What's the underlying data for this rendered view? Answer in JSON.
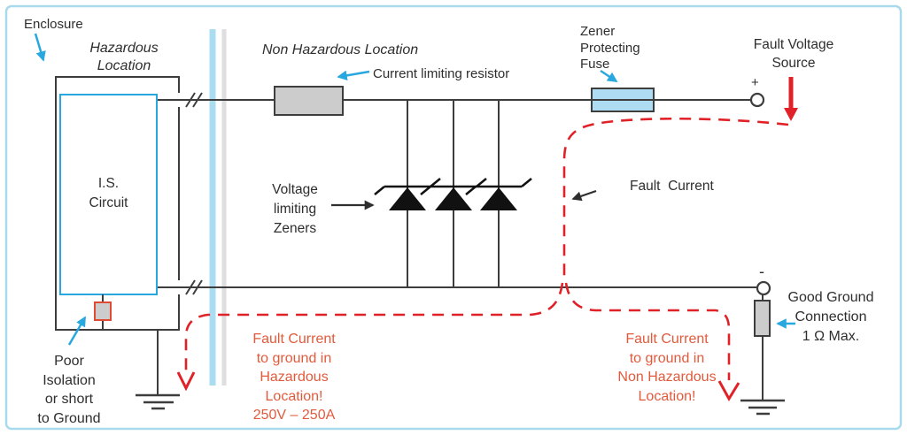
{
  "diagram": {
    "type": "circuit-schematic",
    "subject": "Zener barrier intrinsic safety fault current diagram",
    "zener_count": 3
  },
  "labels": {
    "enclosure": {
      "text": "Enclosure"
    },
    "hazardous_location": {
      "lines": [
        "Hazardous",
        "Location"
      ]
    },
    "non_hazardous_location": {
      "text": "Non Hazardous Location"
    },
    "current_limiting_resistor": {
      "text": "Current limiting resistor"
    },
    "zener_protecting_fuse": {
      "lines": [
        "Zener",
        "Protecting",
        "Fuse"
      ]
    },
    "fault_voltage_source": {
      "lines": [
        "Fault Voltage",
        "Source"
      ]
    },
    "is_circuit": {
      "lines": [
        "I.S.",
        "Circuit"
      ]
    },
    "voltage_limiting_zeners": {
      "lines": [
        "Voltage",
        "limiting",
        "Zeners"
      ]
    },
    "fault_current": {
      "text": "Fault  Current"
    },
    "poor_isolation": {
      "lines": [
        "Poor",
        "Isolation",
        "or short",
        "to Ground"
      ]
    },
    "fault_current_hazardous": {
      "lines": [
        "Fault Current",
        "to ground in",
        "Hazardous",
        "Location!",
        "250V – 250A"
      ]
    },
    "fault_current_non_hazardous": {
      "lines": [
        "Fault Current",
        "to ground in",
        "Non Hazardous",
        "Location!"
      ]
    },
    "good_ground": {
      "lines": [
        "Good Ground",
        "Connection",
        "1 Ω Max."
      ]
    },
    "plus_terminal": "+",
    "minus_terminal": "-"
  },
  "colors": {
    "blue": "#29a8e0",
    "red": "#e02127",
    "orange": "#e25a3c",
    "wire": "#3d3d3d",
    "text": "#2e2e2e",
    "fill_gray": "#cccccc",
    "fuse_fill": "#aedcf2",
    "barrier_blue": "#aadcf2",
    "barrier_gray": "#dedede",
    "frame_blue": "#a9d9ec",
    "diode_black": "#111111",
    "isolation_border": "#e04a33"
  }
}
